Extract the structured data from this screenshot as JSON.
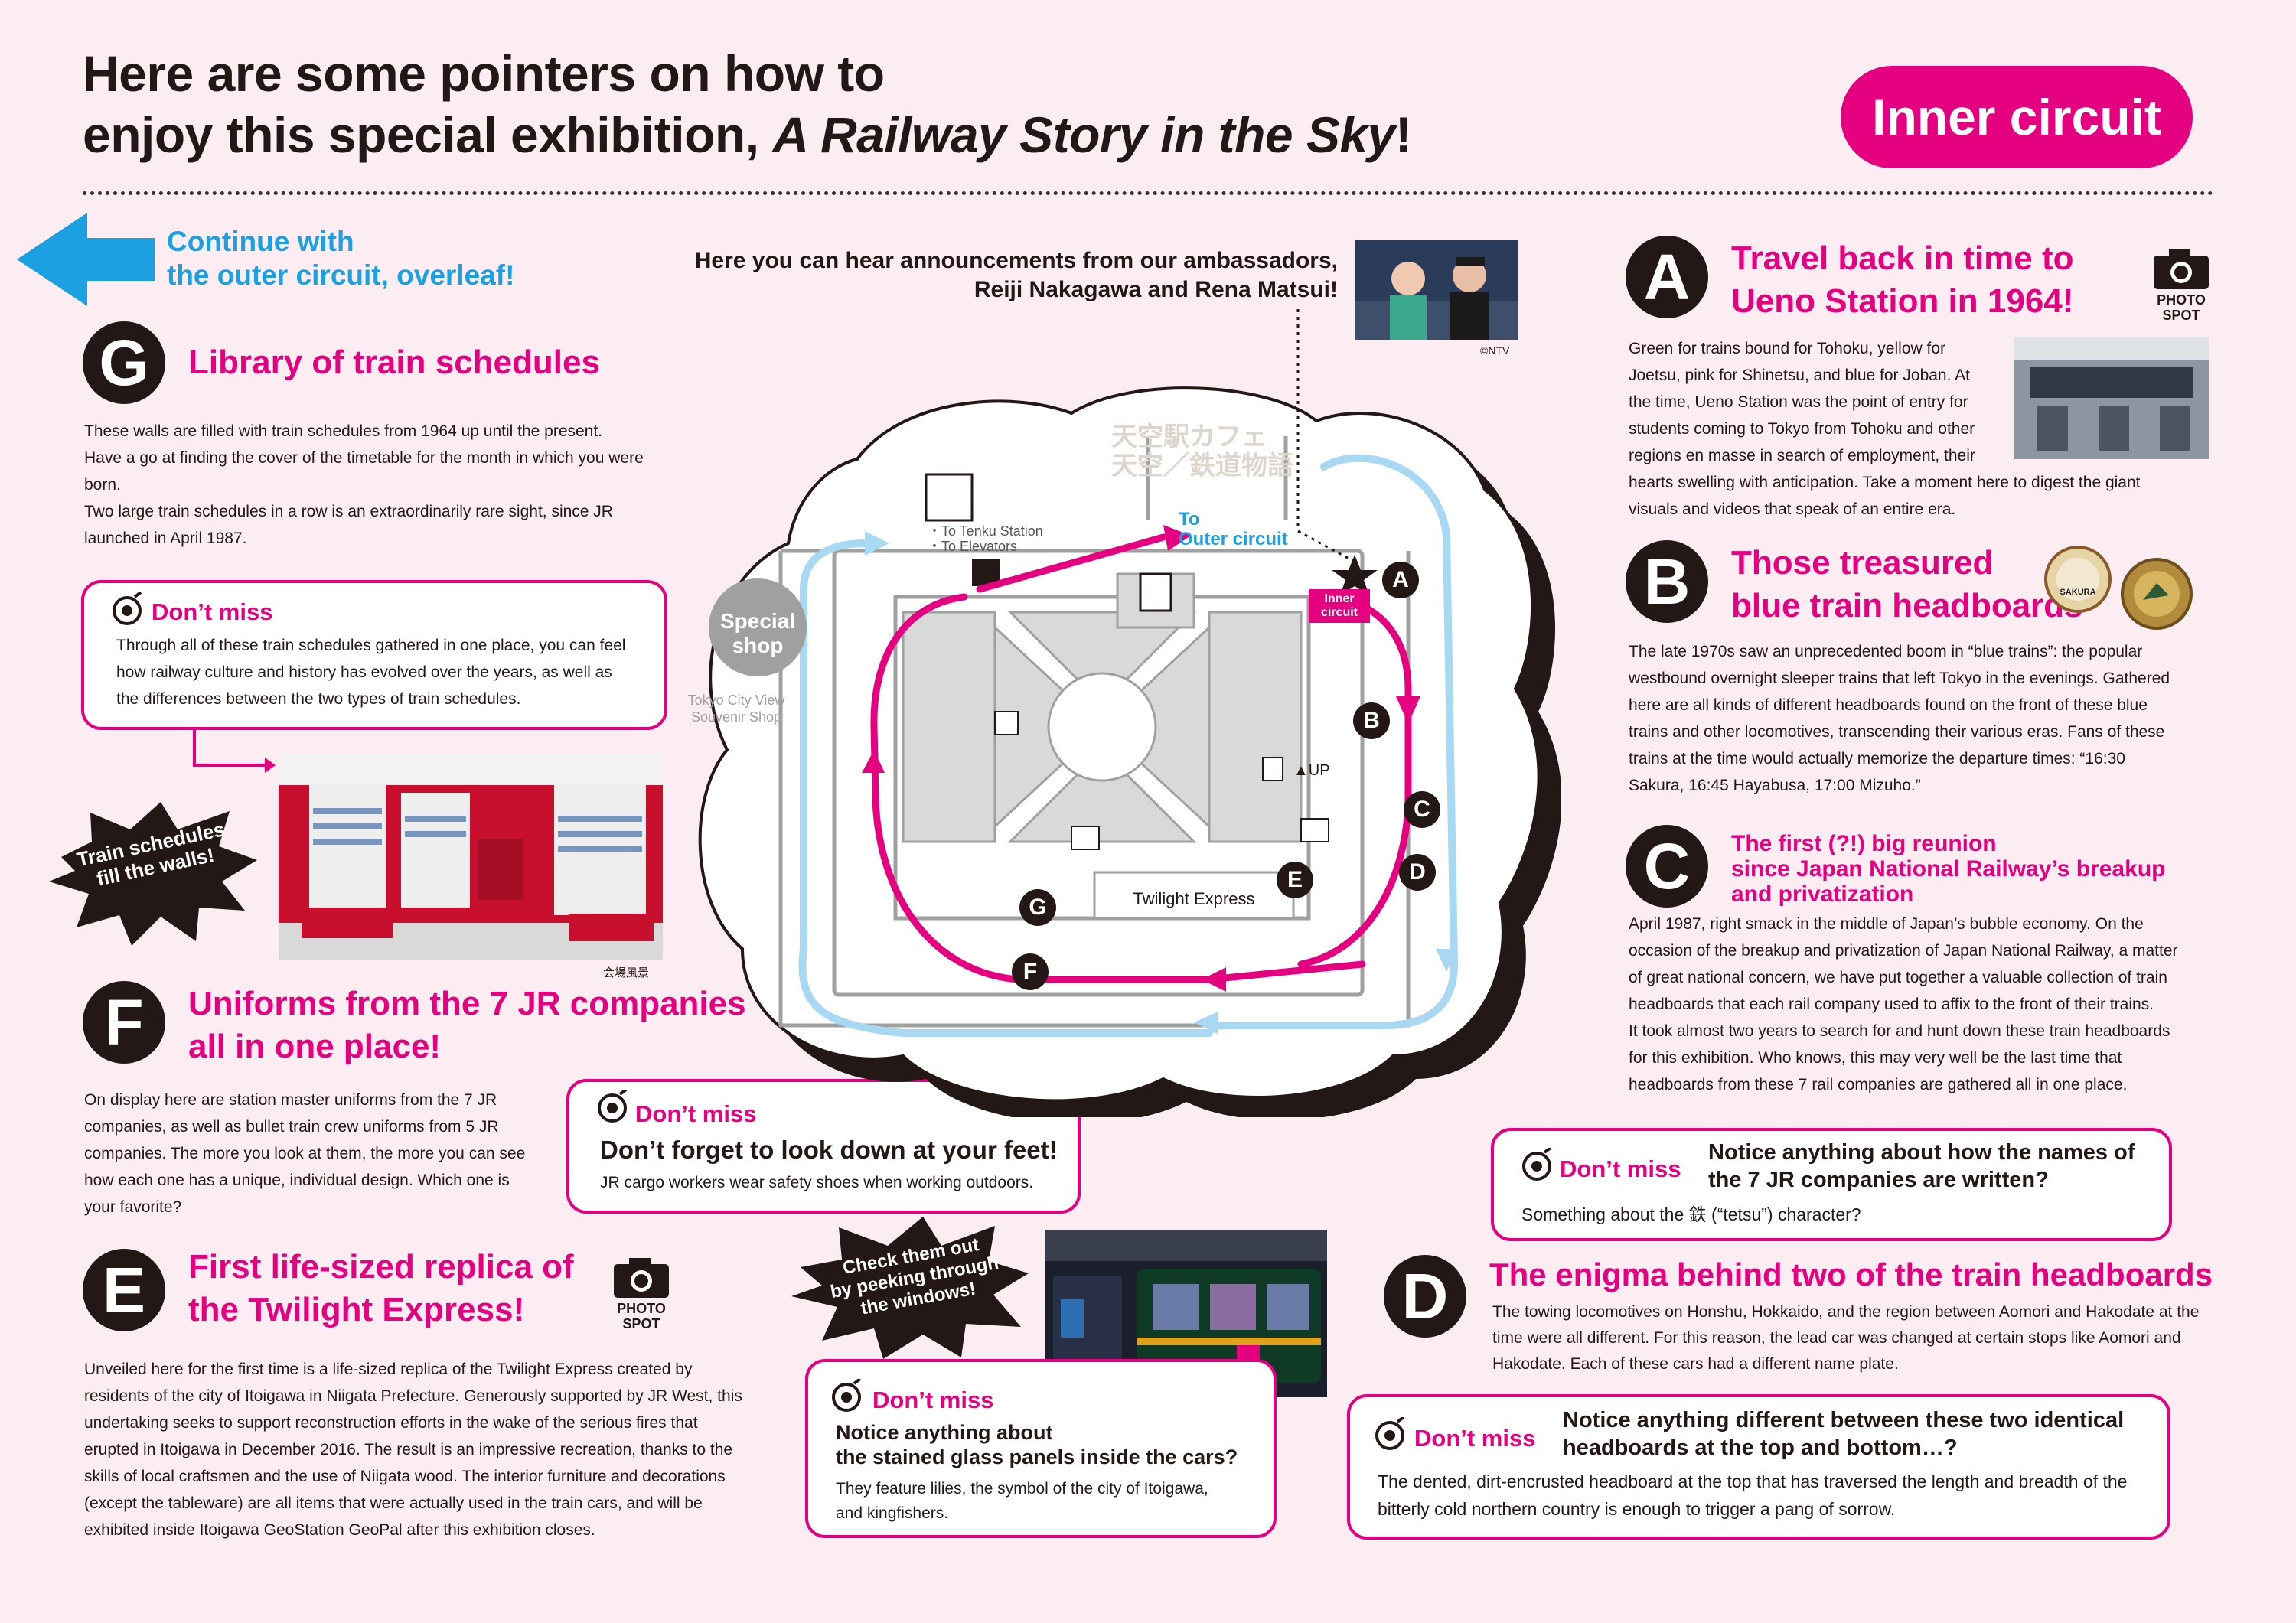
{
  "header": {
    "title_line1": "Here are some pointers on how to",
    "title_line2_pre": "enjoy this special exhibition, ",
    "title_line2_italic": "A Railway Story in the Sky",
    "title_line2_post": "!",
    "circuit_label": "Inner circuit"
  },
  "continue": {
    "line1": "Continue with",
    "line2": "the outer circuit, overleaf!"
  },
  "announce": {
    "line1": "Here you can hear announcements from our ambassadors,",
    "line2": "Reiji Nakagawa and Rena Matsui!",
    "credit": "©NTV"
  },
  "sections": {
    "G": {
      "letter": "G",
      "title": "Library of train schedules",
      "body": [
        "These walls are filled with train schedules from 1964 up until the present.",
        "Have a go at finding the cover of the timetable for the month in which you were",
        "born.",
        "Two large train schedules in a row is an extraordinarily rare sight, since JR",
        "launched in April 1987."
      ],
      "dontmiss_label": "Don’t miss",
      "dontmiss_body": [
        "Through all of these train schedules gathered in one place, you can feel",
        "how railway culture and history has evolved over the years, as well as",
        "the differences between the two types of train schedules."
      ],
      "burst": [
        "Train schedules",
        "fill the walls!"
      ],
      "photo_caption": "会場風景"
    },
    "F": {
      "letter": "F",
      "title_line1": "Uniforms from the 7 JR companies",
      "title_line2": "all in one place!",
      "body": [
        "On display here are station master uniforms from the 7 JR",
        "companies, as well as bullet train crew uniforms from 5 JR",
        "companies. The more you look at them, the more you can see",
        "how each one has a unique, individual design. Which one is",
        "your favorite?"
      ],
      "dontmiss_label": "Don’t miss",
      "dontmiss_title": "Don’t forget to look down at your feet!",
      "dontmiss_body": "JR cargo workers wear safety shoes when working outdoors."
    },
    "E": {
      "letter": "E",
      "title_line1": "First life-sized replica of",
      "title_line2": "the Twilight Express!",
      "photo_spot": [
        "PHOTO",
        "SPOT"
      ],
      "body": [
        "Unveiled here for the first time is a life-sized replica of the Twilight Express created by",
        "residents of the city of Itoigawa in Niigata Prefecture. Generously supported by JR West, this",
        "undertaking seeks to support reconstruction efforts in the wake of the serious fires that",
        "erupted in Itoigawa in December 2016. The result is an impressive recreation, thanks to the",
        "skills of local craftsmen and the use of Niigata wood. The interior furniture and decorations",
        "(except the tableware) are all items that were actually used in the train cars, and will be",
        "exhibited inside Itoigawa GeoStation GeoPal after this exhibition closes."
      ],
      "burst": [
        "Check them out",
        "by peeking through",
        "the windows!"
      ],
      "dontmiss_label": "Don’t miss",
      "dontmiss_title": [
        "Notice anything about",
        "the stained glass panels inside the cars?"
      ],
      "dontmiss_body": [
        "They feature lilies, the symbol of the city of Itoigawa,",
        "and kingfishers."
      ]
    },
    "A": {
      "letter": "A",
      "title_line1": "Travel back in time to",
      "title_line2": "Ueno Station in 1964!",
      "photo_spot": [
        "PHOTO",
        "SPOT"
      ],
      "body": [
        "Green for trains bound for Tohoku, yellow for",
        "Joetsu, pink for Shinetsu, and blue for Joban. At",
        "the time, Ueno Station was the point of entry for",
        "students coming to Tokyo from Tohoku and other",
        "regions en masse in search of employment, their",
        "hearts swelling with anticipation. Take a moment here to digest the giant",
        "visuals and videos that speak of an entire era."
      ]
    },
    "B": {
      "letter": "B",
      "title_line1": "Those treasured",
      "title_line2": "blue train headboards",
      "badge_text": "SAKURA",
      "body": [
        "The late 1970s saw an unprecedented boom in “blue trains”: the popular",
        "westbound overnight sleeper trains that left Tokyo in the evenings. Gathered",
        "here are all kinds of different headboards found on the front of these blue",
        "trains and other locomotives, transcending their various eras. Fans of these",
        "trains at the time would actually memorize the departure times: “16:30",
        "Sakura, 16:45 Hayabusa, 17:00 Mizuho.”"
      ]
    },
    "C": {
      "letter": "C",
      "title_lines": [
        "The first (?!) big reunion",
        "since Japan National Railway’s breakup",
        "and privatization"
      ],
      "body": [
        "April 1987, right smack in the middle of Japan’s bubble economy. On the",
        "occasion of the breakup and privatization of Japan National Railway, a matter",
        "of great national concern, we have put together a valuable collection of train",
        "headboards that each rail company used to affix to the front of their trains.",
        "It took almost two years to search for and hunt down these train headboards",
        "for this exhibition. Who knows, this may very well be the last time that",
        "headboards from these 7 rail companies are gathered all in one place."
      ],
      "dontmiss_label": "Don’t miss",
      "dontmiss_title": [
        "Notice anything about how the names of",
        "the 7 JR companies are written?"
      ],
      "dontmiss_body": "Something about the 鉄 (“tetsu”) character?"
    },
    "D": {
      "letter": "D",
      "title": "The enigma behind two of the train headboards",
      "body": [
        "The towing locomotives on Honshu, Hokkaido, and the region between Aomori and Hakodate at the",
        "time were all different. For this reason, the lead car was changed at certain stops like Aomori and",
        "Hakodate. Each of these cars had a different name plate."
      ],
      "dontmiss_label": "Don’t miss",
      "dontmiss_title": [
        "Notice anything different between these two identical",
        "headboards at the top and bottom…?"
      ],
      "dontmiss_body": [
        "The dented, dirt-encrusted headboard at the top that has traversed the length and breadth of the",
        "bitterly cold northern country is enough to trigger a pang of sorrow."
      ]
    }
  },
  "map": {
    "logo_line1": "天空駅カフェ",
    "logo_line2": "天空／鉄道物語",
    "to_tenku": "・To Tenku Station",
    "to_elevators": "・To Elevators",
    "to_outer_line1": "To",
    "to_outer_line2": "Outer circuit",
    "inner_line1": "Inner",
    "inner_line2": "circuit",
    "special_line1": "Special",
    "special_line2": "shop",
    "souvenir_line1": "Tokyo City View",
    "souvenir_line2": "Souvenir Shop",
    "twilight": "Twilight Express",
    "up_label": "▲UP",
    "markers": [
      "A",
      "B",
      "C",
      "D",
      "E",
      "F",
      "G"
    ]
  },
  "colors": {
    "accent": "#e4007f",
    "blue": "#1ba0e2",
    "light_blue": "#a9d8f3",
    "dark": "#231815",
    "background": "#fcedf3"
  }
}
